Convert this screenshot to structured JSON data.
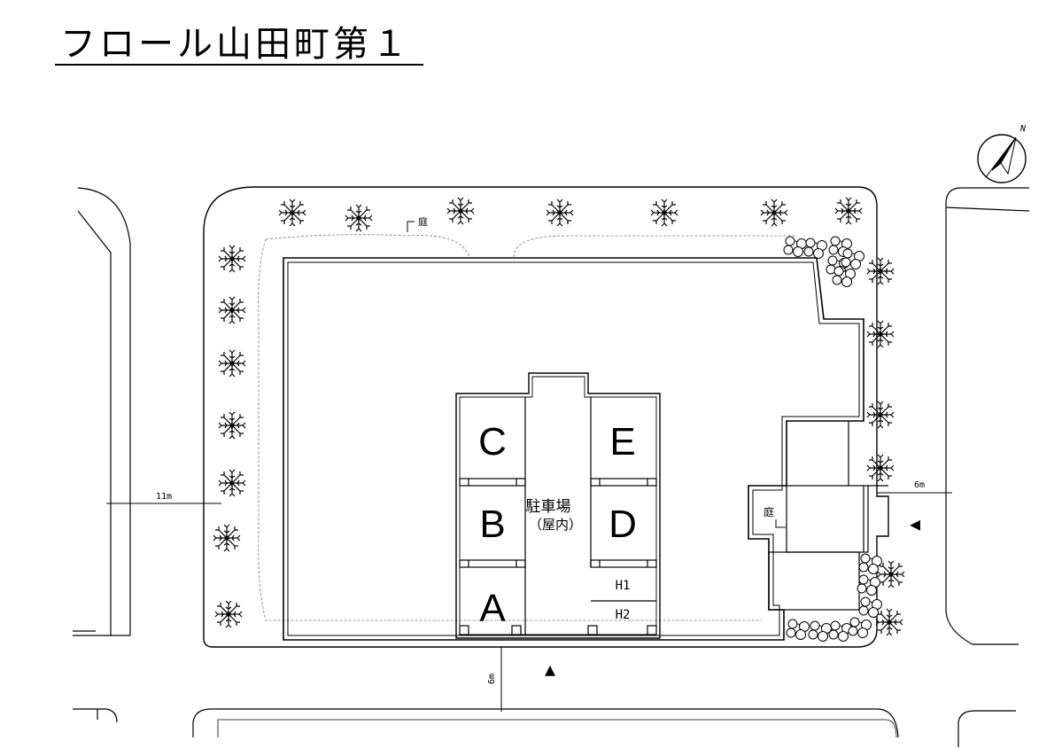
{
  "title": "フロール山田町第１",
  "labels": {
    "garden_top": "庭",
    "garden_right": "庭",
    "parking_line1": "駐車場",
    "parking_line2": "（屋内）",
    "road_west_width": "11m",
    "road_east_width": "6m",
    "road_south_width": "6m",
    "north": "N"
  },
  "bays": {
    "C": "C",
    "E": "E",
    "B": "B",
    "D": "D",
    "A": "A",
    "H1": "H1",
    "H2": "H2"
  },
  "entrances": {
    "south": "▲",
    "east": "◀"
  }
}
